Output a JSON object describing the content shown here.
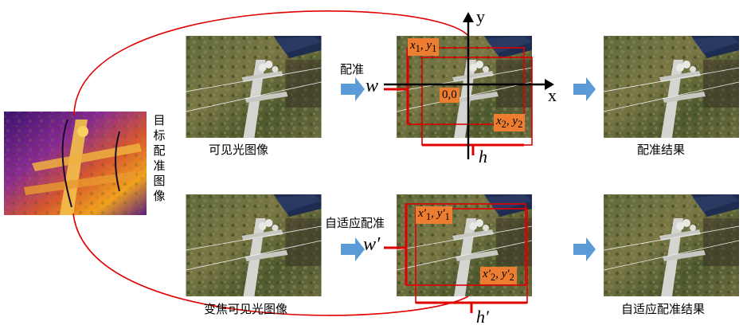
{
  "source": {
    "label_chars": [
      "目",
      "标",
      "配",
      "准",
      "图",
      "像"
    ]
  },
  "captions": {
    "visible": "可见光图像",
    "zoom_visible": "变焦可见光图像",
    "reg_result": "配准结果",
    "adaptive_result": "自适应配准结果",
    "registration": "配准",
    "adaptive_registration": "自适应配准"
  },
  "axes": {
    "y": "y",
    "x": "x",
    "origin": "0,0"
  },
  "symbols": {
    "w": "w",
    "h": "h",
    "w_prime": "w′",
    "h_prime": "h′"
  },
  "coords": {
    "top_p1": {
      "v1": "x",
      "s1": "1",
      "v2": "y",
      "s2": "1"
    },
    "top_p2": {
      "v1": "x",
      "s1": "2",
      "v2": "y",
      "s2": "2"
    },
    "bot_p1": {
      "v1": "x′",
      "s1": "1",
      "v2": "y′",
      "s2": "1"
    },
    "bot_p2": {
      "v1": "x′",
      "s1": "2",
      "v2": "y′",
      "s2": "2"
    }
  },
  "colors": {
    "arrow_blue": "#5b9bd5",
    "tag_orange": "#ed7d31",
    "red_line": "#e00000"
  }
}
